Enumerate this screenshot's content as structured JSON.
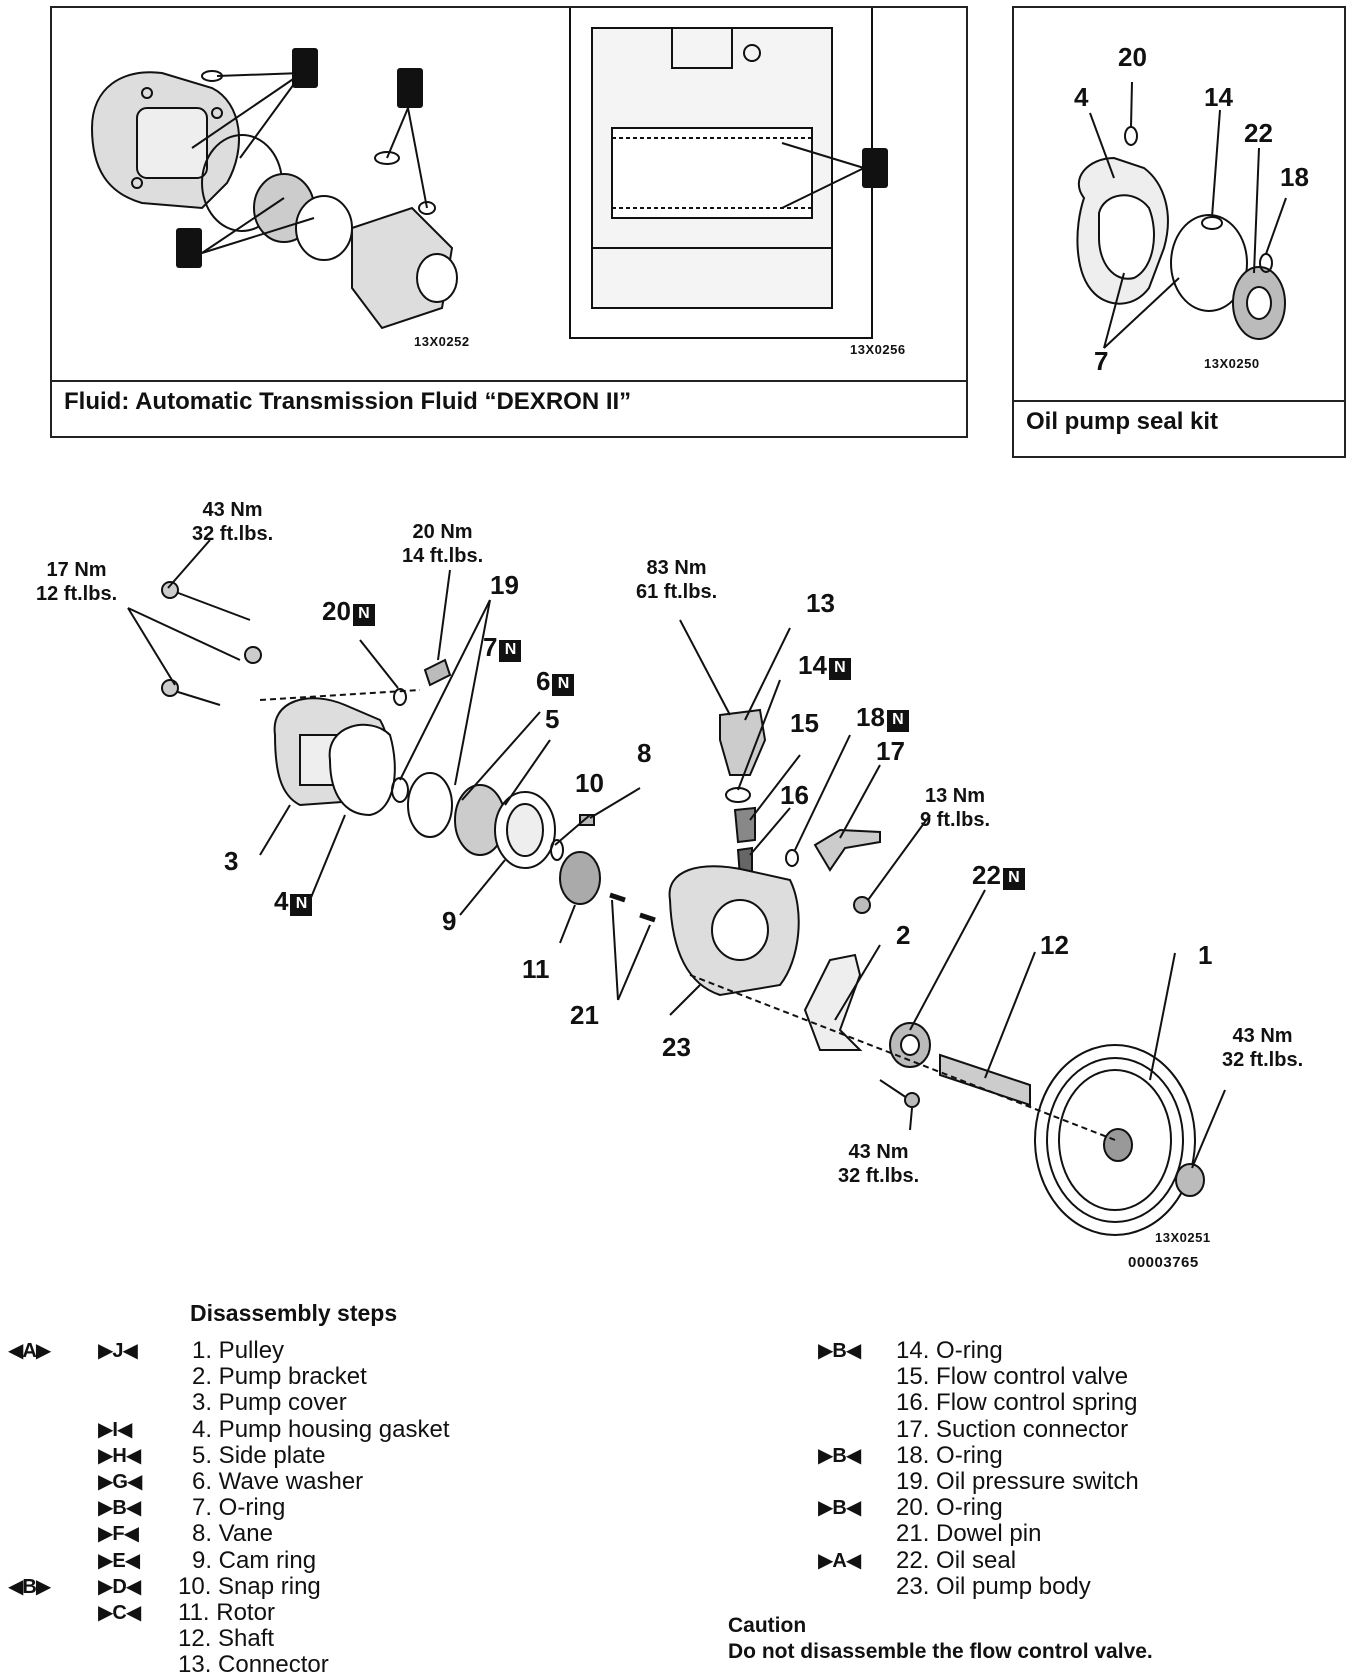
{
  "fluid_box": {
    "caption": "Fluid: Automatic Transmission Fluid “DEXRON II”",
    "code_left": "13X0252",
    "code_right": "13X0256"
  },
  "seal_box": {
    "caption": "Oil pump seal kit",
    "code": "13X0250",
    "labels": [
      "20",
      "4",
      "14",
      "22",
      "18",
      "7"
    ]
  },
  "main_diagram": {
    "code1": "13X0251",
    "code2": "00003765",
    "badge": "N",
    "labels": {
      "l1": "1",
      "l2": "2",
      "l3": "3",
      "l4": "4",
      "l5": "5",
      "l6": "6",
      "l7": "7",
      "l8": "8",
      "l9": "9",
      "l10": "10",
      "l11": "11",
      "l12": "12",
      "l13": "13",
      "l14": "14",
      "l15": "15",
      "l16": "16",
      "l17": "17",
      "l18": "18",
      "l19": "19",
      "l20": "20",
      "l21": "21",
      "l22": "22",
      "l23": "23"
    },
    "torques": {
      "t17": "17 Nm\n12 ft.lbs.",
      "t43a": "43 Nm\n32 ft.lbs.",
      "t20": "20 Nm\n14 ft.lbs.",
      "t83": "83 Nm\n61 ft.lbs.",
      "t13": "13 Nm\n9 ft.lbs.",
      "t43b": "43 Nm\n32 ft.lbs.",
      "t43c": "43 Nm\n32 ft.lbs."
    }
  },
  "steps": {
    "title": "Disassembly steps",
    "left": [
      {
        "m1": "◀A▶",
        "m2": "▶J◀",
        "text": "1. Pulley"
      },
      {
        "m1": "",
        "m2": "",
        "text": "2. Pump bracket"
      },
      {
        "m1": "",
        "m2": "",
        "text": "3. Pump cover"
      },
      {
        "m1": "",
        "m2": "▶I◀",
        "text": "4. Pump housing gasket"
      },
      {
        "m1": "",
        "m2": "▶H◀",
        "text": "5. Side plate"
      },
      {
        "m1": "",
        "m2": "▶G◀",
        "text": "6. Wave washer"
      },
      {
        "m1": "",
        "m2": "▶B◀",
        "text": "7. O-ring"
      },
      {
        "m1": "",
        "m2": "▶F◀",
        "text": "8. Vane"
      },
      {
        "m1": "",
        "m2": "▶E◀",
        "text": "9. Cam ring"
      },
      {
        "m1": "◀B▶",
        "m2": "▶D◀",
        "text": "10. Snap ring"
      },
      {
        "m1": "",
        "m2": "▶C◀",
        "text": "11. Rotor"
      },
      {
        "m1": "",
        "m2": "",
        "text": "12. Shaft"
      },
      {
        "m1": "",
        "m2": "",
        "text": "13. Connector"
      }
    ],
    "right": [
      {
        "m": "▶B◀",
        "text": "14. O-ring"
      },
      {
        "m": "",
        "text": "15. Flow control valve"
      },
      {
        "m": "",
        "text": "16. Flow control spring"
      },
      {
        "m": "",
        "text": "17. Suction connector"
      },
      {
        "m": "▶B◀",
        "text": "18. O-ring"
      },
      {
        "m": "",
        "text": "19. Oil pressure switch"
      },
      {
        "m": "▶B◀",
        "text": "20. O-ring"
      },
      {
        "m": "",
        "text": "21. Dowel pin"
      },
      {
        "m": "▶A◀",
        "text": "22. Oil seal"
      },
      {
        "m": "",
        "text": "23. Oil pump body"
      }
    ]
  },
  "caution": {
    "title": "Caution",
    "body": "Do not disassemble the flow control valve."
  }
}
